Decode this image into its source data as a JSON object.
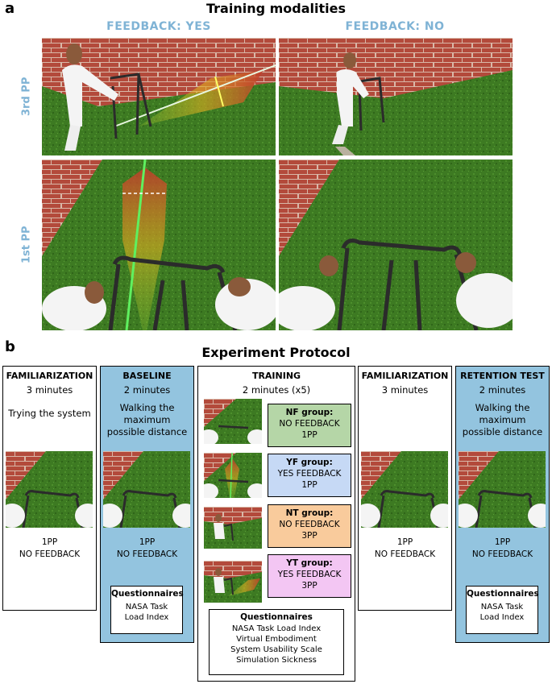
{
  "panel_a": {
    "letter": "a",
    "title": "Training modalities",
    "col_headers": [
      "FEEDBACK: YES",
      "FEEDBACK: NO"
    ],
    "row_headers": [
      "3rd PP",
      "1st PP"
    ]
  },
  "panel_b": {
    "letter": "b",
    "title": "Experiment Protocol",
    "familiarization1": {
      "title": "FAMILIARIZATION",
      "duration": "3 minutes",
      "description": "Trying the system",
      "view": "1PP",
      "feedback": "NO FEEDBACK"
    },
    "baseline": {
      "title": "BASELINE",
      "duration": "2 minutes",
      "description": "Walking the maximum possible distance",
      "view": "1PP",
      "feedback": "NO FEEDBACK",
      "questionnaire_title": "Questionnaires",
      "questionnaire_items": [
        "NASA Task Load Index"
      ]
    },
    "training": {
      "title": "TRAINING",
      "duration": "2 minutes (x5)",
      "groups": [
        {
          "name": "NF group:",
          "feedback": "NO FEEDBACK",
          "view": "1PP",
          "color": "#b5d6a7"
        },
        {
          "name": "YF group:",
          "feedback": "YES FEEDBACK",
          "view": "1PP",
          "color": "#c6d9f5"
        },
        {
          "name": "NT group:",
          "feedback": "NO FEEDBACK",
          "view": "3PP",
          "color": "#f9cb9c"
        },
        {
          "name": "YT group:",
          "feedback": "YES FEEDBACK",
          "view": "3PP",
          "color": "#f3c6f3"
        }
      ],
      "questionnaire_title": "Questionnaires",
      "questionnaire_items": [
        "NASA Task Load Index",
        "Virtual Embodiment",
        "System Usability Scale",
        "Simulation Sickness"
      ]
    },
    "familiarization2": {
      "title": "FAMILIARIZATION",
      "duration": "3 minutes",
      "view": "1PP",
      "feedback": "NO FEEDBACK"
    },
    "retention": {
      "title": "RETENTION TEST",
      "duration": "2 minutes",
      "description": "Walking the maximum possible distance",
      "view": "1PP",
      "feedback": "NO FEEDBACK",
      "questionnaire_title": "Questionnaires",
      "questionnaire_items": [
        "NASA Task Load Index"
      ]
    }
  },
  "colors": {
    "header_blue": "#7fb3d5",
    "box_blue": "#93c4df",
    "grass": "#3f7a25",
    "brick": "#b8493a"
  }
}
